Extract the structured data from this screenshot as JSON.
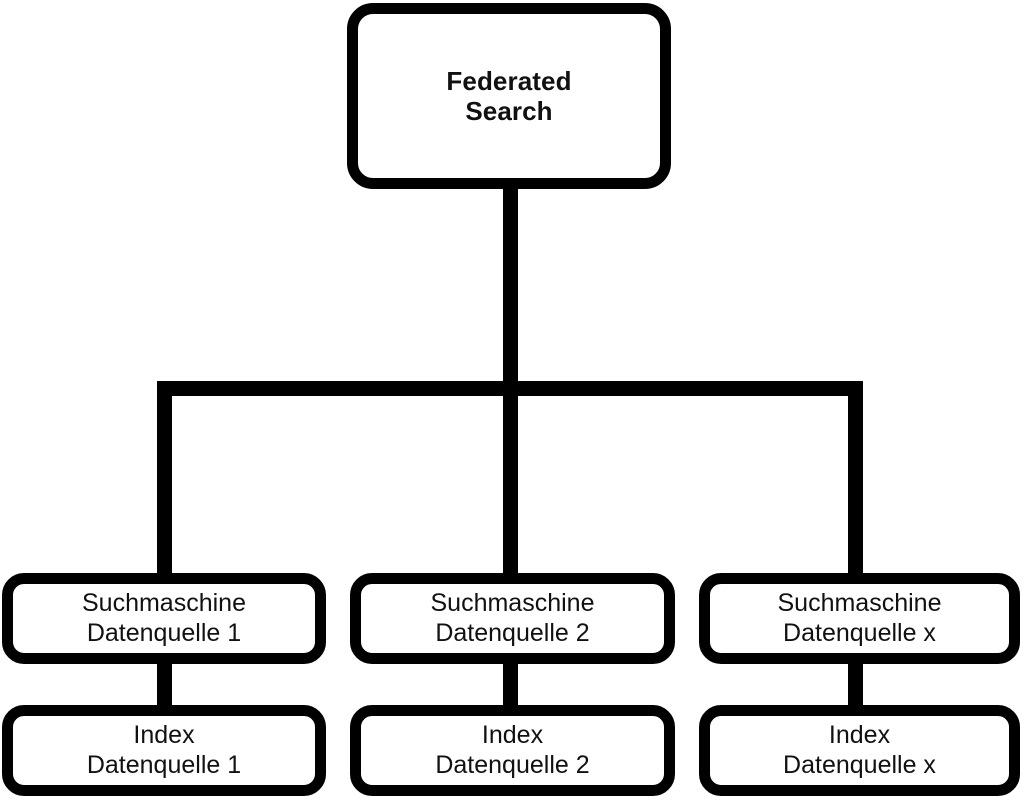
{
  "diagram": {
    "title_node": {
      "label": "Federated\nSearch",
      "name": "federated-search-node"
    },
    "columns": [
      {
        "engine": {
          "label": "Suchmaschine\nDatenquelle 1"
        },
        "index": {
          "label": "Index\nDatenquelle 1"
        }
      },
      {
        "engine": {
          "label": "Suchmaschine\nDatenquelle 2"
        },
        "index": {
          "label": "Index\nDatenquelle 2"
        }
      },
      {
        "engine": {
          "label": "Suchmaschine\nDatenquelle x"
        },
        "index": {
          "label": "Index\nDatenquelle x"
        }
      }
    ],
    "style": {
      "stroke_color": "#000000",
      "fill_color": "#ffffff",
      "text_color": "#111111"
    }
  }
}
